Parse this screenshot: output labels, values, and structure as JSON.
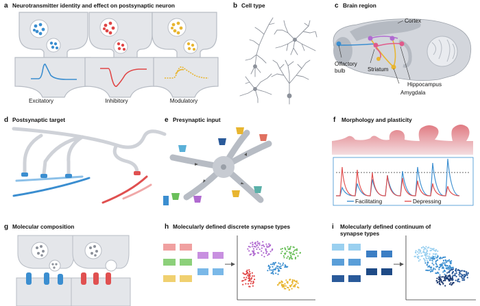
{
  "panels": {
    "a": {
      "letter": "a",
      "title": "Neurotransmitter identity and effect on postsynaptic neuron",
      "labels": [
        "Excitatory",
        "Inhibitory",
        "Modulatory"
      ]
    },
    "b": {
      "letter": "b",
      "title": "Cell type"
    },
    "c": {
      "letter": "c",
      "title": "Brain region",
      "labels": {
        "cortex": "Cortex",
        "olfactory1": "Olfactory",
        "olfactory2": "bulb",
        "striatum": "Striatum",
        "hippocampus": "Hippocampus",
        "amygdala": "Amygdala"
      }
    },
    "d": {
      "letter": "d",
      "title": "Postsynaptic target"
    },
    "e": {
      "letter": "e",
      "title": "Presynaptic input"
    },
    "f": {
      "letter": "f",
      "title": "Morphology and plasticity",
      "legend": {
        "facilitating": "Facilitating",
        "depressing": "Depressing"
      }
    },
    "g": {
      "letter": "g",
      "title": "Molecular composition"
    },
    "h": {
      "letter": "h",
      "title": "Molecularly defined discrete synapse types"
    },
    "i": {
      "letter": "i",
      "title1": "Molecularly defined continuum of",
      "title2": "synapse types"
    }
  },
  "colors": {
    "excitatory": "#3b8ed0",
    "inhibitory": "#e04545",
    "modulatory": "#e8b530",
    "neuron_fill": "#e4e6ea",
    "neuron_stroke": "#b7bcc4",
    "facilitating": "#3b8ed0",
    "depressing": "#e05050",
    "purple": "#b06ad0",
    "green": "#6abf5a"
  }
}
